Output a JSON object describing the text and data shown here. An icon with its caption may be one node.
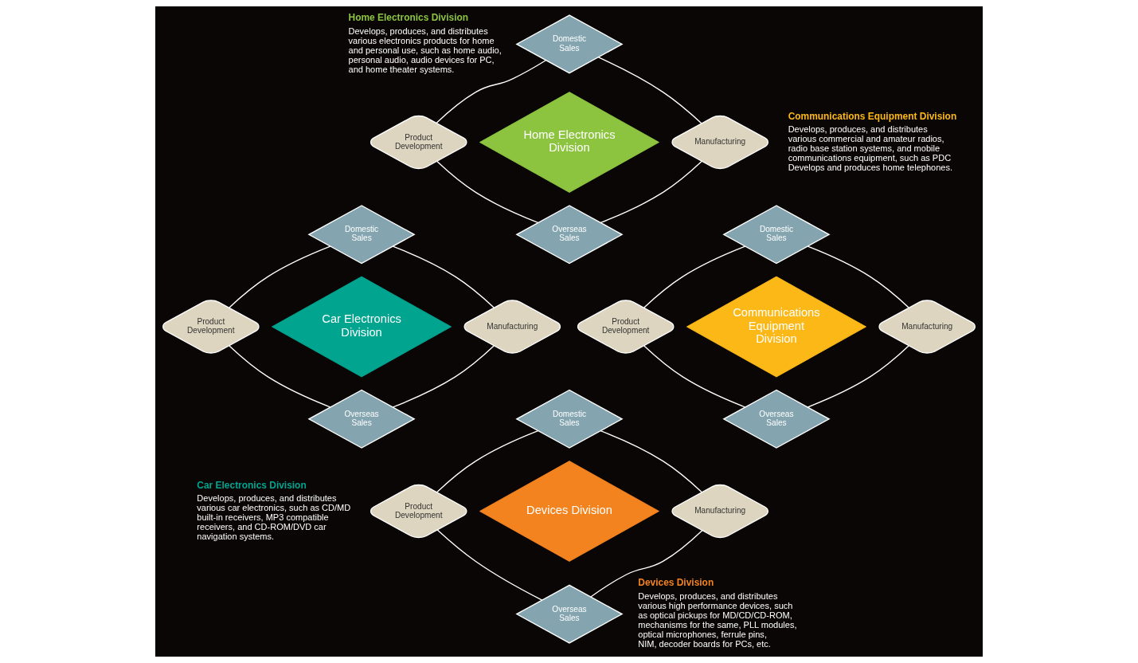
{
  "diagram": {
    "nodes": [
      {
        "text": [
          "Domestic Sales"
        ]
      },
      {
        "text": [
          "Product Development"
        ]
      },
      {
        "text": [
          "Home Electronics Division"
        ]
      },
      {
        "text": [
          "Manufacturing"
        ]
      },
      {
        "text": [
          "Overseas Sales"
        ]
      },
      {
        "text": [
          "Domestic Sales"
        ]
      },
      {
        "text": [
          "Product Development"
        ]
      },
      {
        "text": [
          "Car Electronics Division"
        ]
      },
      {
        "text": [
          "Manufacturing"
        ]
      },
      {
        "text": [
          "Overseas Sales"
        ]
      },
      {
        "text": [
          "Domestic Sales"
        ]
      },
      {
        "text": [
          "Product Development"
        ]
      },
      {
        "text": [
          "Communications Equipment Division"
        ]
      },
      {
        "text": [
          "Manufacturing"
        ]
      },
      {
        "text": [
          "Overseas Sales"
        ]
      },
      {
        "text": [
          "Domestic Sales"
        ]
      },
      {
        "text": [
          "Product Development"
        ]
      },
      {
        "text": [
          "Devices Division"
        ]
      },
      {
        "text": [
          "Manufacturing"
        ]
      },
      {
        "text": [
          "Overseas Sales"
        ]
      }
    ],
    "edges": [
      {
        "from": 1,
        "to": 0,
        "arrow": "none"
      },
      {
        "from": 0,
        "to": 3,
        "arrow": "none"
      },
      {
        "from": 3,
        "to": 4,
        "arrow": "none"
      },
      {
        "from": 4,
        "to": 1,
        "arrow": "none"
      },
      {
        "from": 6,
        "to": 5,
        "arrow": "none"
      },
      {
        "from": 5,
        "to": 8,
        "arrow": "none"
      },
      {
        "from": 8,
        "to": 9,
        "arrow": "none"
      },
      {
        "from": 9,
        "to": 6,
        "arrow": "none"
      },
      {
        "from": 11,
        "to": 10,
        "arrow": "none"
      },
      {
        "from": 10,
        "to": 13,
        "arrow": "none"
      },
      {
        "from": 13,
        "to": 14,
        "arrow": "none"
      },
      {
        "from": 14,
        "to": 11,
        "arrow": "none"
      },
      {
        "from": 16,
        "to": 15,
        "arrow": "none"
      },
      {
        "from": 15,
        "to": 18,
        "arrow": "none"
      },
      {
        "from": 18,
        "to": 19,
        "arrow": "none"
      },
      {
        "from": 19,
        "to": 16,
        "arrow": "none"
      }
    ],
    "labels": [
      "Home Electronics Division",
      "Develops, produces, and distributes various electronics products for home and personal use, such as home audio, personal audio, audio devices for PC, and home theater systems.",
      "Communications Equipment Division",
      "Develops, produces, and distributes various commercial and amateur radios, radio base station systems, and mobile communications equipment, such as PDC Develops and produces home telephones.",
      "Car Electronics Division",
      "Develops, produces, and distributes various car electronics, such as CD/MD built-in receivers, MP3 compatible receivers, and CD-ROM/DVD car navigation systems.",
      "Devices Division",
      "Develops, produces, and distributes various high performance devices, such as optical pickups for MD/CD/CD-ROM, mechanisms for the same, PLL modules, optical microphones, ferrule pins, NIM, decoder boards for PCs, etc."
    ]
  }
}
